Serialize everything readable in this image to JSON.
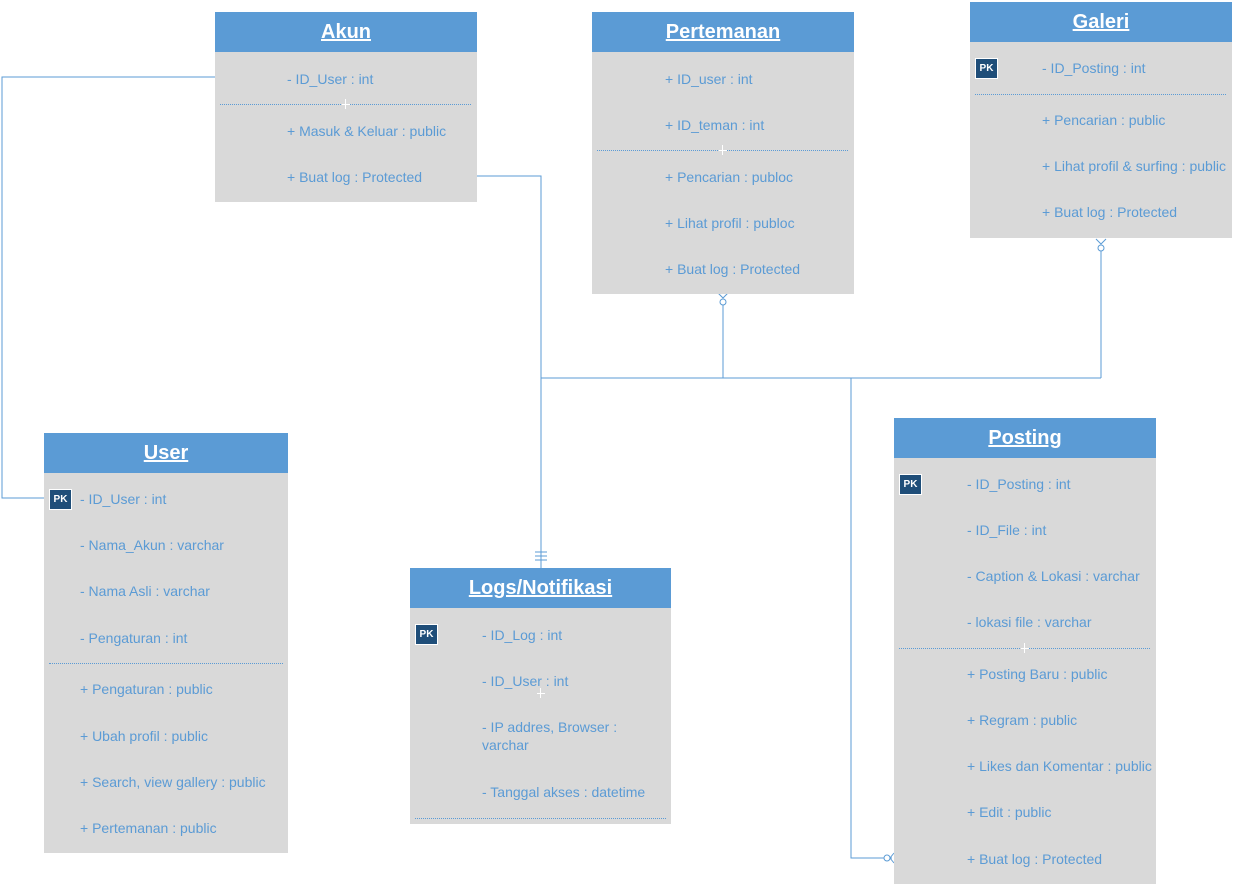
{
  "tables": {
    "akun": {
      "title": "Akun",
      "attributes": [
        "- ID_User : int"
      ],
      "methods": [
        "+ Masuk & Keluar : public",
        "+ Buat log : Protected"
      ]
    },
    "pertemanan": {
      "title": "Pertemanan",
      "attributes": [
        "+ ID_user : int",
        "+ ID_teman  : int"
      ],
      "methods": [
        "+ Pencarian   : publoc",
        "+ Lihat profil : publoc",
        "+ Buat log : Protected"
      ]
    },
    "galeri": {
      "title": "Galeri",
      "pk_label": "PK",
      "attributes": [
        "- ID_Posting : int"
      ],
      "methods": [
        "+ Pencarian  : public",
        "+ Lihat profil & surfing : public",
        "+ Buat log : Protected"
      ]
    },
    "user": {
      "title": "User",
      "pk_label": "PK",
      "attributes": [
        "- ID_User : int",
        "- Nama_Akun : varchar",
        "- Nama Asli : varchar",
        "- Pengaturan : int"
      ],
      "methods": [
        "+ Pengaturan : public",
        "+ Ubah profil : public",
        "+ Search, view gallery : public",
        "+ Pertemanan : public"
      ]
    },
    "logs": {
      "title": "Logs/Notifikasi",
      "pk_label": "PK",
      "attributes": [
        "- ID_Log : int",
        "- ID_User : int",
        "- IP addres, Browser : varchar",
        "- Tanggal akses : datetime"
      ]
    },
    "posting": {
      "title": "Posting",
      "pk_label": "PK",
      "attributes": [
        "- ID_Posting : int",
        "- ID_File : int",
        "- Caption & Lokasi : varchar",
        "- lokasi file : varchar"
      ],
      "methods": [
        "+ Posting Baru : public",
        "+ Regram : public",
        "+ Likes dan Komentar : public",
        "+ Edit : public",
        "+ Buat log : Protected"
      ]
    }
  },
  "colors": {
    "header": "#5b9bd5",
    "body": "#d9d9d9",
    "text": "#5b9bd5",
    "pk_badge": "#1f4e79",
    "connector": "#5b9bd5"
  }
}
